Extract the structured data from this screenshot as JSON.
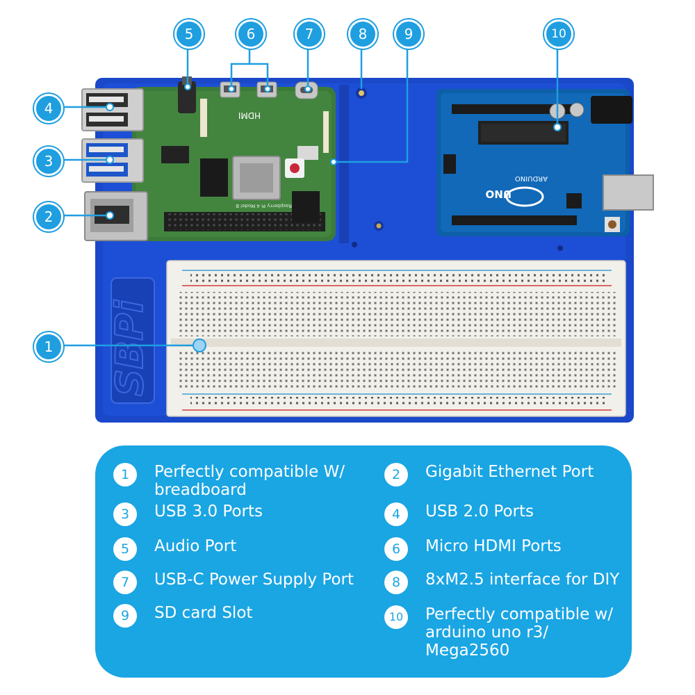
{
  "colors": {
    "base_blue": "#1a48c9",
    "callout_blue": "#1f9ee0",
    "legend_bg": "#1aa5e3",
    "pi_green": "#3c7a3a",
    "arduino_blue": "#0d5fa8",
    "breadboard": "#f2f0ea"
  },
  "markings": {
    "base_logo": "SBPi",
    "hdmi": "HDMI",
    "arduino_uno": "UNO",
    "arduino_name": "ARDUINO",
    "rpi_model": "Raspberry Pi 4 Model B"
  },
  "callouts": [
    "1",
    "2",
    "3",
    "4",
    "5",
    "6",
    "7",
    "8",
    "9",
    "10"
  ],
  "legend": {
    "items": [
      {
        "num": "1",
        "text": "Perfectly compatible W/ breadboard"
      },
      {
        "num": "2",
        "text": "Gigabit Ethernet Port"
      },
      {
        "num": "3",
        "text": "USB 3.0 Ports"
      },
      {
        "num": "4",
        "text": "USB 2.0 Ports"
      },
      {
        "num": "5",
        "text": "Audio Port"
      },
      {
        "num": "6",
        "text": "Micro HDMI Ports"
      },
      {
        "num": "7",
        "text": "USB-C Power Supply Port"
      },
      {
        "num": "8",
        "text": "8xM2.5 interface for DIY"
      },
      {
        "num": "9",
        "text": "SD card Slot"
      },
      {
        "num": "10",
        "text": "Perfectly compatible w/ arduino uno r3/ Mega2560"
      }
    ]
  }
}
